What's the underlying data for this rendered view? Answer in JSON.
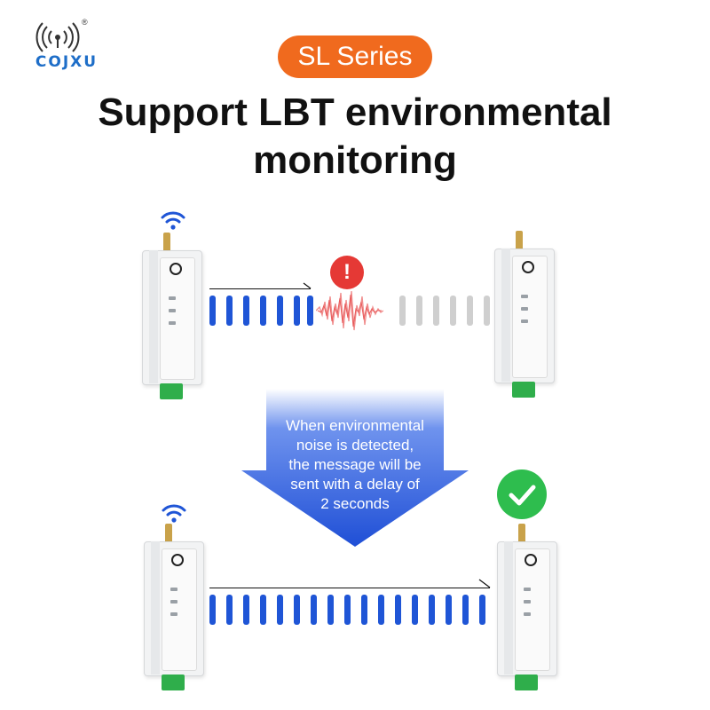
{
  "brand": {
    "name": "COJXU",
    "reg_mark": "®"
  },
  "badge": {
    "label": "SL Series",
    "color": "#f06a1e"
  },
  "title": {
    "line1": "Support LBT environmental",
    "line2": "monitoring"
  },
  "alert": {
    "symbol": "!",
    "color": "#e53935"
  },
  "notice": {
    "line1": "When environmental",
    "line2": "noise is detected,",
    "line3": "the message will be",
    "line4": "sent with a delay of",
    "line5": "2 seconds"
  },
  "success": {
    "icon": "check-icon",
    "color": "#2ebd4e"
  },
  "colors": {
    "signal_blue": "#1f55d6",
    "signal_grey": "#cfcfcf",
    "arrow_blue": "#2a5be0",
    "terminal_green": "#2fae4b"
  }
}
